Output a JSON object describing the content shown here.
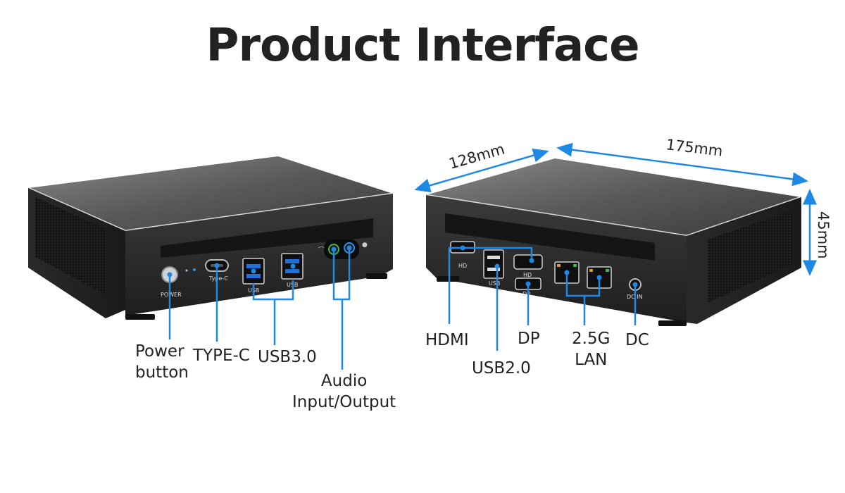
{
  "title": "Product Interface",
  "accent_color": "#1e88e5",
  "front": {
    "port_labels": {
      "power": "POWER",
      "typec": "Type-C",
      "usb_a": "USB",
      "usb_b": "USB"
    },
    "callouts": {
      "power_line1": "Power",
      "power_line2": "button",
      "typec": "TYPE-C",
      "usb30": "USB3.0",
      "audio_line1": "Audio",
      "audio_line2": "Input/Output"
    }
  },
  "back": {
    "port_labels": {
      "hd_left": "HD",
      "usb2": "USB",
      "hd_right": "HD",
      "dp": "DP",
      "dcin": "DC IN"
    },
    "callouts": {
      "hdmi": "HDMI",
      "usb20": "USB2.0",
      "dp": "DP",
      "lan_line1": "2.5G",
      "lan_line2": "LAN",
      "dc": "DC"
    },
    "dimensions": {
      "depth": "128mm",
      "width": "175mm",
      "height": "45mm"
    }
  }
}
